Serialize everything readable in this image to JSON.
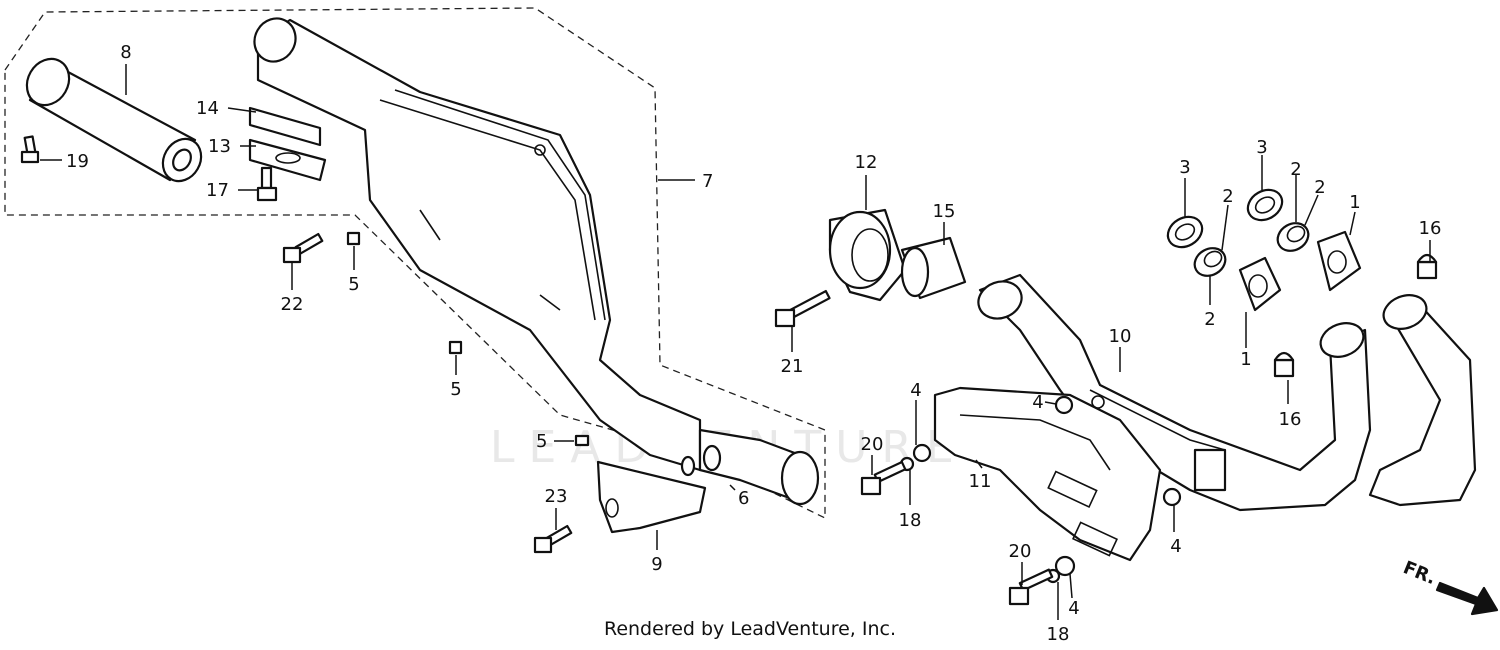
{
  "watermark": "LEADVENTURE",
  "footer": "Rendered by LeadVenture, Inc.",
  "direction_label": "FR.",
  "parts": [
    {
      "key": "p8",
      "label": "8",
      "name": "muffler-tube"
    },
    {
      "key": "p19",
      "label": "19",
      "name": "bolt"
    },
    {
      "key": "p14",
      "label": "14",
      "name": "plate"
    },
    {
      "key": "p13",
      "label": "13",
      "name": "plate"
    },
    {
      "key": "p17",
      "label": "17",
      "name": "bolt"
    },
    {
      "key": "p7",
      "label": "7",
      "name": "muffler"
    },
    {
      "key": "p22",
      "label": "22",
      "name": "bolt"
    },
    {
      "key": "p5a",
      "label": "5",
      "name": "nut"
    },
    {
      "key": "p5b",
      "label": "5",
      "name": "nut"
    },
    {
      "key": "p5c",
      "label": "5",
      "name": "nut"
    },
    {
      "key": "p6",
      "label": "6",
      "name": "gasket"
    },
    {
      "key": "p9",
      "label": "9",
      "name": "bracket"
    },
    {
      "key": "p23",
      "label": "23",
      "name": "bolt"
    },
    {
      "key": "p12",
      "label": "12",
      "name": "band"
    },
    {
      "key": "p15",
      "label": "15",
      "name": "gasket"
    },
    {
      "key": "p21",
      "label": "21",
      "name": "bolt"
    },
    {
      "key": "p10",
      "label": "10",
      "name": "exhaust-pipe"
    },
    {
      "key": "p11",
      "label": "11",
      "name": "protector"
    },
    {
      "key": "p20a",
      "label": "20",
      "name": "bolt"
    },
    {
      "key": "p18a",
      "label": "18",
      "name": "washer"
    },
    {
      "key": "p4a",
      "label": "4",
      "name": "rubber"
    },
    {
      "key": "p4b",
      "label": "4",
      "name": "rubber"
    },
    {
      "key": "p4c",
      "label": "4",
      "name": "rubber"
    },
    {
      "key": "p4d",
      "label": "4",
      "name": "rubber"
    },
    {
      "key": "p20b",
      "label": "20",
      "name": "bolt"
    },
    {
      "key": "p18b",
      "label": "18",
      "name": "washer"
    },
    {
      "key": "p3a",
      "label": "3",
      "name": "collar"
    },
    {
      "key": "p3b",
      "label": "3",
      "name": "collar"
    },
    {
      "key": "p2a",
      "label": "2",
      "name": "joint"
    },
    {
      "key": "p2b",
      "label": "2",
      "name": "joint"
    },
    {
      "key": "p2c",
      "label": "2",
      "name": "joint"
    },
    {
      "key": "p2d",
      "label": "2",
      "name": "joint"
    },
    {
      "key": "p1a",
      "label": "1",
      "name": "flange"
    },
    {
      "key": "p1b",
      "label": "1",
      "name": "flange"
    },
    {
      "key": "p16a",
      "label": "16",
      "name": "cap-nut"
    },
    {
      "key": "p16b",
      "label": "16",
      "name": "cap-nut"
    }
  ]
}
